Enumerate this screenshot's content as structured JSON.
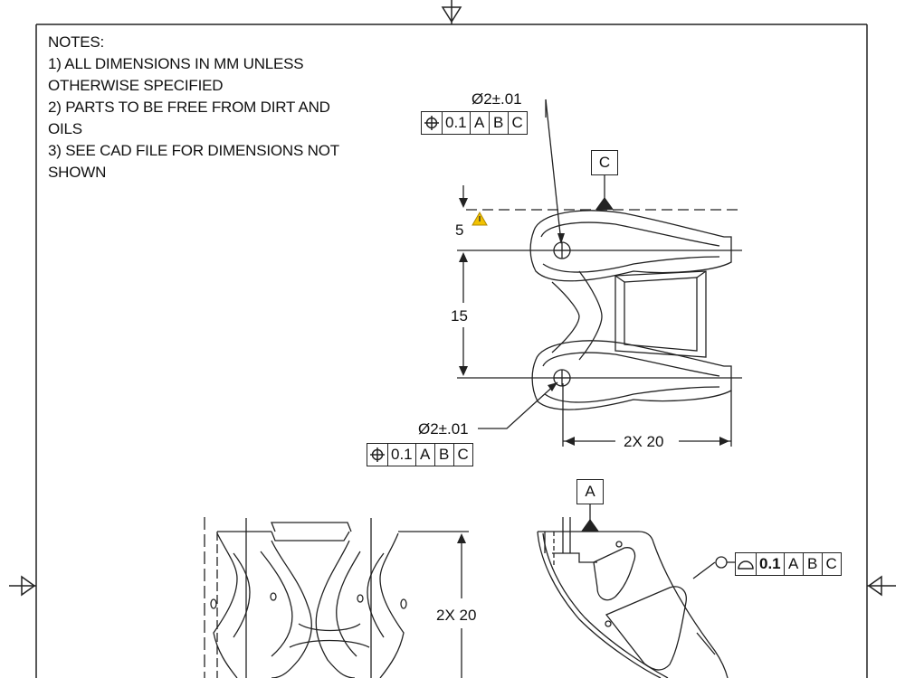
{
  "notes": {
    "heading": "NOTES:",
    "lines": [
      "1) ALL DIMENSIONS IN MM UNLESS",
      "OTHERWISE SPECIFIED",
      "2) PARTS TO BE FREE FROM DIRT AND",
      "OILS",
      "3) SEE CAD FILE FOR DIMENSIONS NOT",
      "SHOWN"
    ]
  },
  "top_view": {
    "hole_callout_top": "Ø2±.01",
    "hole_callout_bottom": "Ø2±.01",
    "fcf_top": {
      "symbol": "position-icon",
      "tolerance": "0.1",
      "datums": [
        "A",
        "B",
        "C"
      ]
    },
    "fcf_bottom": {
      "symbol": "position-icon",
      "tolerance": "0.1",
      "datums": [
        "A",
        "B",
        "C"
      ]
    },
    "datum_c": "C",
    "dim_5": "5",
    "dim_15": "15",
    "dim_2x20": "2X 20"
  },
  "side_views": {
    "datum_a": "A",
    "fcf_profile": {
      "symbol": "profile-of-surface-icon",
      "tolerance": "0.1",
      "datums": [
        "A",
        "B",
        "C"
      ]
    },
    "dim_2x20": "2X 20"
  },
  "colors": {
    "line": "#222222",
    "warning": "#f2c200"
  }
}
